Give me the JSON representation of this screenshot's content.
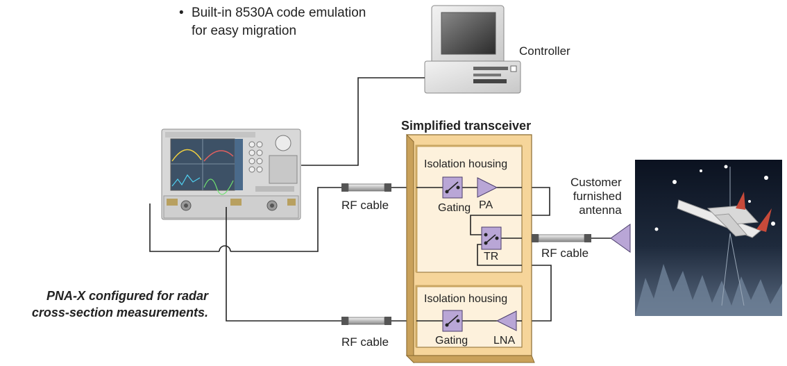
{
  "bullet": {
    "symbol": "•",
    "line1": "Built-in 8530A code emulation",
    "line2": "for easy migration"
  },
  "controller_label": "Controller",
  "transceiver_title": "Simplified transceiver",
  "housing_top_label": "Isolation housing",
  "housing_bottom_label": "Isolation housing",
  "component_labels": {
    "gating_top": "Gating",
    "pa": "PA",
    "tr": "TR",
    "gating_bottom": "Gating",
    "lna": "LNA"
  },
  "rf_cable_labels": [
    "RF cable",
    "RF cable",
    "RF cable"
  ],
  "antenna_label": [
    "Customer",
    "furnished",
    "antenna"
  ],
  "caption": [
    "PNA-X configured for radar",
    "cross-section measurements."
  ],
  "colors": {
    "transceiver_fill": "#f6d59a",
    "housing_fill": "#fdf1dc",
    "component_fill": "#b9a6d6",
    "wire": "#222222"
  }
}
